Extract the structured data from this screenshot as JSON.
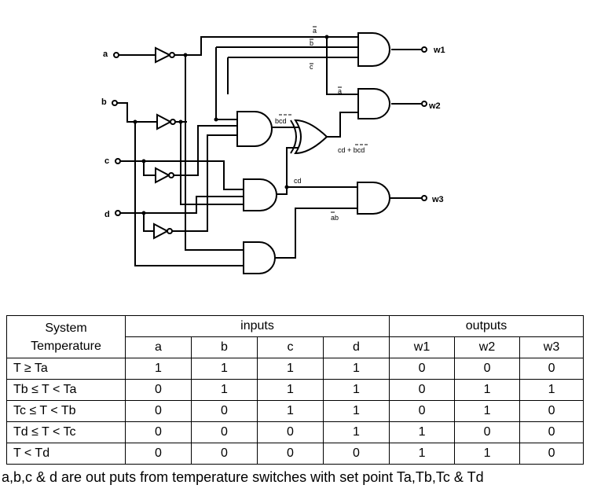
{
  "circuit": {
    "inputs": [
      "a",
      "b",
      "c",
      "d"
    ],
    "outputs": [
      "w1",
      "w2",
      "w3"
    ],
    "wire_labels": {
      "a_bar_1": "a",
      "b_bar": "b",
      "c_bar": "c",
      "a_bar_2": "a",
      "bcd_bar": "bcd",
      "cd_or_bcd_bar": "cd + bcd",
      "cd": "cd",
      "a_bar_b": "ab"
    }
  },
  "table": {
    "header_system": "System Temperature",
    "header_inputs": "inputs",
    "header_outputs": "outputs",
    "input_cols": [
      "a",
      "b",
      "c",
      "d"
    ],
    "output_cols": [
      "w1",
      "w2",
      "w3"
    ],
    "rows": [
      {
        "label": "T ≥ Ta",
        "values": [
          "1",
          "1",
          "1",
          "1",
          "0",
          "0",
          "0"
        ]
      },
      {
        "label": "Tb ≤ T < Ta",
        "values": [
          "0",
          "1",
          "1",
          "1",
          "0",
          "1",
          "1"
        ]
      },
      {
        "label": "Tc ≤ T < Tb",
        "values": [
          "0",
          "0",
          "1",
          "1",
          "0",
          "1",
          "0"
        ]
      },
      {
        "label": "Td ≤ T < Tc",
        "values": [
          "0",
          "0",
          "0",
          "1",
          "1",
          "0",
          "0"
        ]
      },
      {
        "label": "T < Td",
        "values": [
          "0",
          "0",
          "0",
          "0",
          "1",
          "1",
          "0"
        ]
      }
    ]
  },
  "footnote": "a,b,c & d are out puts from temperature switches with set point Ta,Tb,Tc & Td"
}
